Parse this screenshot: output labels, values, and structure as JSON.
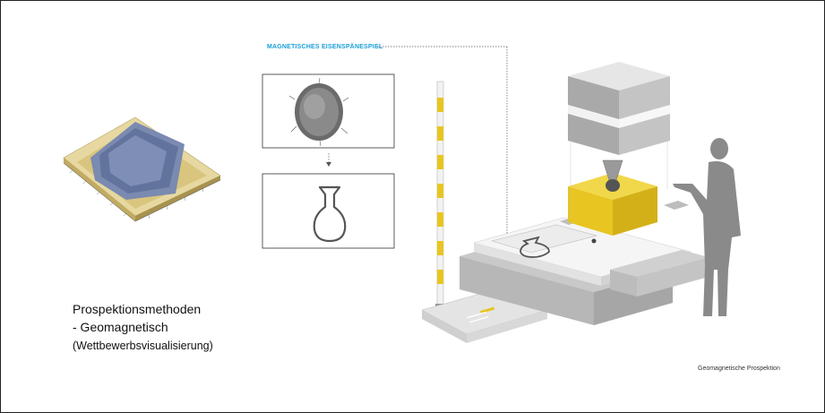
{
  "title": {
    "line1": "Prospektionsmethoden",
    "line2": "-  Geomagnetisch",
    "line3": "(Wettbewerbsvisualisierung)"
  },
  "callout_label": "MAGNETISCHES EISENSPÄNESPIEL",
  "caption": "Geomagnetische Prospektion",
  "colors": {
    "accent_yellow": "#e8c520",
    "accent_blue": "#1aa0d8",
    "device_gray": "#bdbdbd",
    "figure_gray": "#8a8a8a"
  }
}
